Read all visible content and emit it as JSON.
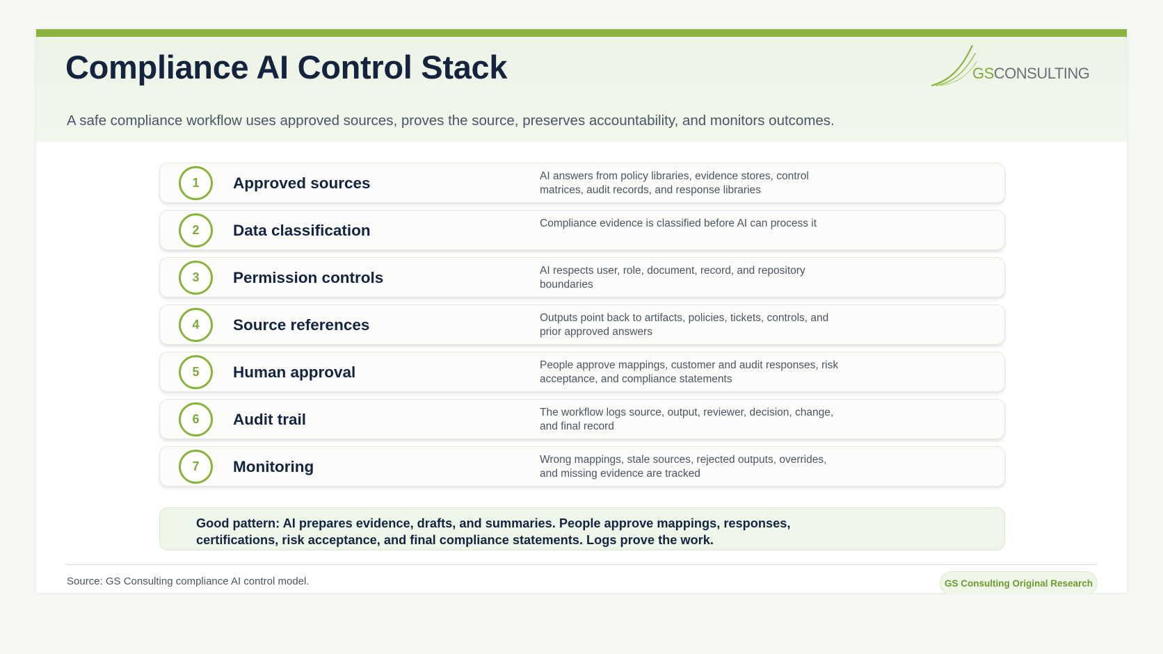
{
  "header": {
    "title": "Compliance AI Control Stack",
    "subtitle": "A safe compliance workflow uses approved sources, proves the source, preserves accountability, and monitors outcomes."
  },
  "logo": {
    "gs": "GS",
    "rest": "CONSULTING"
  },
  "steps": [
    {
      "number": "1",
      "title": "Approved sources",
      "description": "AI answers from policy libraries, evidence stores, control matrices, audit records, and response libraries"
    },
    {
      "number": "2",
      "title": "Data classification",
      "description": "Compliance evidence is classified before AI can process it"
    },
    {
      "number": "3",
      "title": "Permission controls",
      "description": "AI respects user, role, document, record, and repository boundaries"
    },
    {
      "number": "4",
      "title": "Source references",
      "description": "Outputs point back to artifacts, policies, tickets, controls, and prior approved answers"
    },
    {
      "number": "5",
      "title": "Human approval",
      "description": "People approve mappings, customer and audit responses, risk acceptance, and compliance statements"
    },
    {
      "number": "6",
      "title": "Audit trail",
      "description": "The workflow logs source, output, reviewer, decision, change, and final record"
    },
    {
      "number": "7",
      "title": "Monitoring",
      "description": "Wrong mappings, stale sources, rejected outputs, overrides, and missing evidence are tracked"
    }
  ],
  "pattern": "Good pattern: AI prepares evidence, drafts, and summaries. People approve mappings, responses, certifications, risk acceptance, and final compliance statements. Logs prove the work.",
  "footer": {
    "source": "Source: GS Consulting compliance AI control model.",
    "badge": "GS Consulting Original Research"
  },
  "colors": {
    "accent": "#8ab23e",
    "title": "#14243f",
    "text": "#4a5561",
    "panel": "#eef5e9"
  }
}
